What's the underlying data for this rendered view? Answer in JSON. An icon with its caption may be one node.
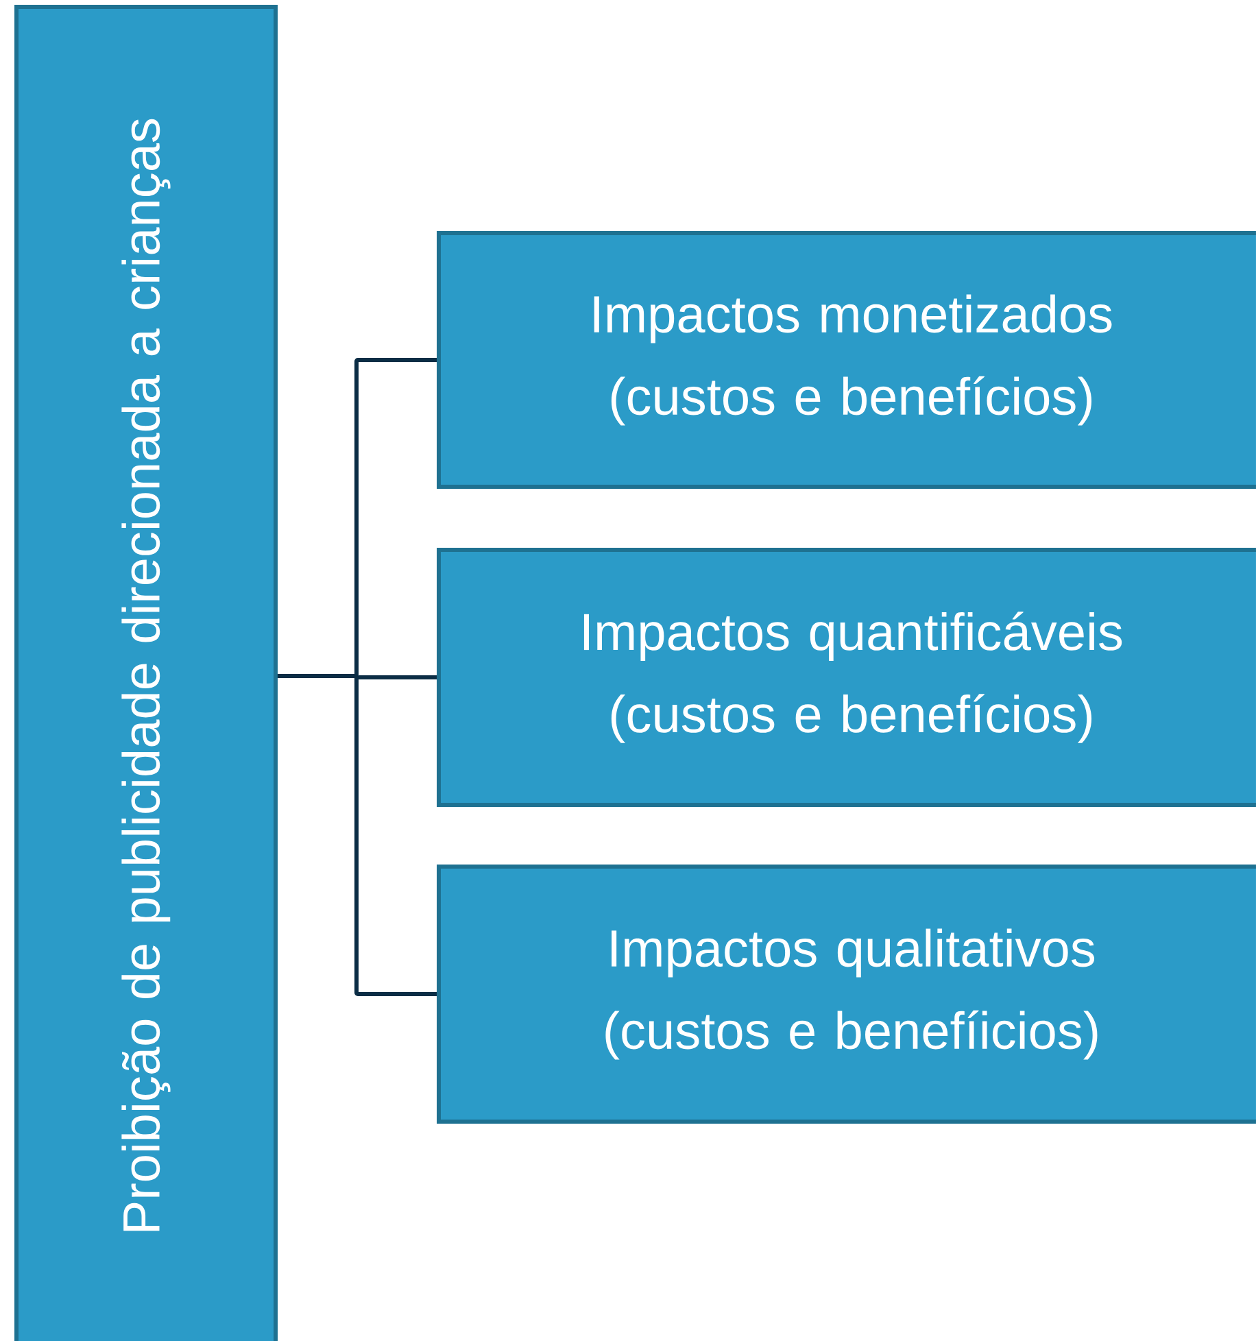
{
  "diagram": {
    "nodes": [
      {
        "text": [
          "Proibição de publicidade direcionada a crianças"
        ]
      },
      {
        "text": [
          "Impactos monetizados",
          "(custos e benefícios)"
        ]
      },
      {
        "text": [
          "Impactos quantificáveis",
          "(custos e benefícios)"
        ]
      },
      {
        "text": [
          "Impactos qualitativos",
          "(custos e benefíicios)"
        ]
      }
    ],
    "edges": [
      {
        "from": 0,
        "to": 1,
        "arrow": "none"
      },
      {
        "from": 0,
        "to": 2,
        "arrow": "none"
      },
      {
        "from": 0,
        "to": 3,
        "arrow": "none"
      }
    ]
  }
}
